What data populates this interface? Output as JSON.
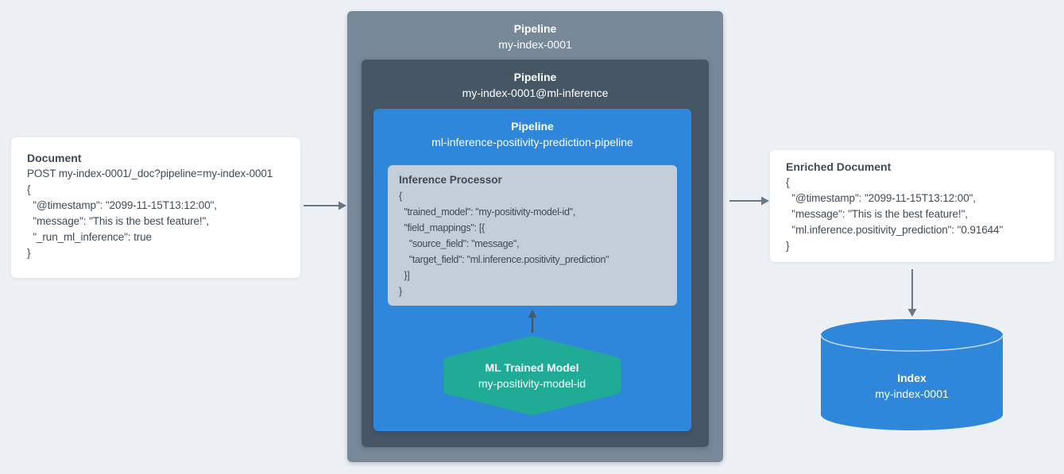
{
  "colors": {
    "background": "#edf1f6",
    "outer_pipeline_bg": "#778899",
    "mid_pipeline_bg": "#475665",
    "inner_pipeline_bg": "#2e87da",
    "processor_bg": "#c3ced9",
    "model_hexagon_bg": "#20ab96",
    "index_cylinder_bg": "#2e87da",
    "arrow_gray": "#697786",
    "arrow_dark": "#4d5760",
    "card_text": "#404b57",
    "white": "#ffffff"
  },
  "document_card": {
    "title": "Document",
    "lines": [
      "POST my-index-0001/_doc?pipeline=my-index-0001",
      "{",
      "  \"@timestamp\": \"2099-11-15T13:12:00\",",
      "  \"message\": \"This is the best feature!\",",
      "  \"_run_ml_inference\": true",
      "}"
    ]
  },
  "outer_pipeline": {
    "title": "Pipeline",
    "name": "my-index-0001"
  },
  "mid_pipeline": {
    "title": "Pipeline",
    "name": "my-index-0001@ml-inference"
  },
  "inner_pipeline": {
    "title": "Pipeline",
    "name": "ml-inference-positivity-prediction-pipeline"
  },
  "inference_processor": {
    "title": "Inference Processor",
    "lines": [
      "{",
      "  \"trained_model\": \"my-positivity-model-id\",",
      "  \"field_mappings\": [{",
      "    \"source_field\": \"message\",",
      "    \"target_field\": \"ml.inference.positivity_prediction\"",
      "  }]",
      "}"
    ]
  },
  "ml_model": {
    "title": "ML Trained Model",
    "name": "my-positivity-model-id"
  },
  "enriched_card": {
    "title": "Enriched Document",
    "lines": [
      "{",
      "  \"@timestamp\": \"2099-11-15T13:12:00\",",
      "  \"message\": \"This is the best feature!\",",
      "  \"ml.inference.positivity_prediction\": \"0.91644\"",
      "}"
    ]
  },
  "index": {
    "title": "Index",
    "name": "my-index-0001"
  }
}
